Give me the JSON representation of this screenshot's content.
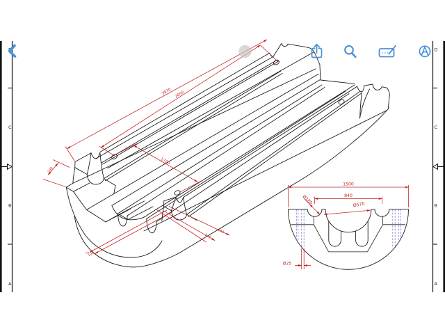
{
  "app": {
    "accent_color": "#4a90d8",
    "line_color": "#1c1c1c",
    "dim_color": "#c22424",
    "hidden_line_color": "#8282de",
    "touch_color": "#c8c8c8"
  },
  "toolbar": {
    "icons": [
      {
        "name": "back-chevron"
      },
      {
        "name": "share"
      },
      {
        "name": "search"
      },
      {
        "name": "annotate"
      },
      {
        "name": "compass-logo"
      }
    ]
  },
  "sheet": {
    "zones_left": [
      "D",
      "C",
      "B",
      "A"
    ],
    "zones_right": [
      "D",
      "C",
      "B",
      "A"
    ]
  },
  "drawing": {
    "iso_dims": {
      "length_total": "3870",
      "length_rims": "2650",
      "hole_diag": "1720",
      "rim_height": "180",
      "arc_dim": "100",
      "chain_dim_a": "240",
      "chain_dim_b": "120"
    },
    "section_dims": {
      "width": "1500",
      "notch_spacing": "840",
      "scoop_dia": "Ø570",
      "notch_dia": "Ø180",
      "hole_dia": "Ø25"
    }
  }
}
